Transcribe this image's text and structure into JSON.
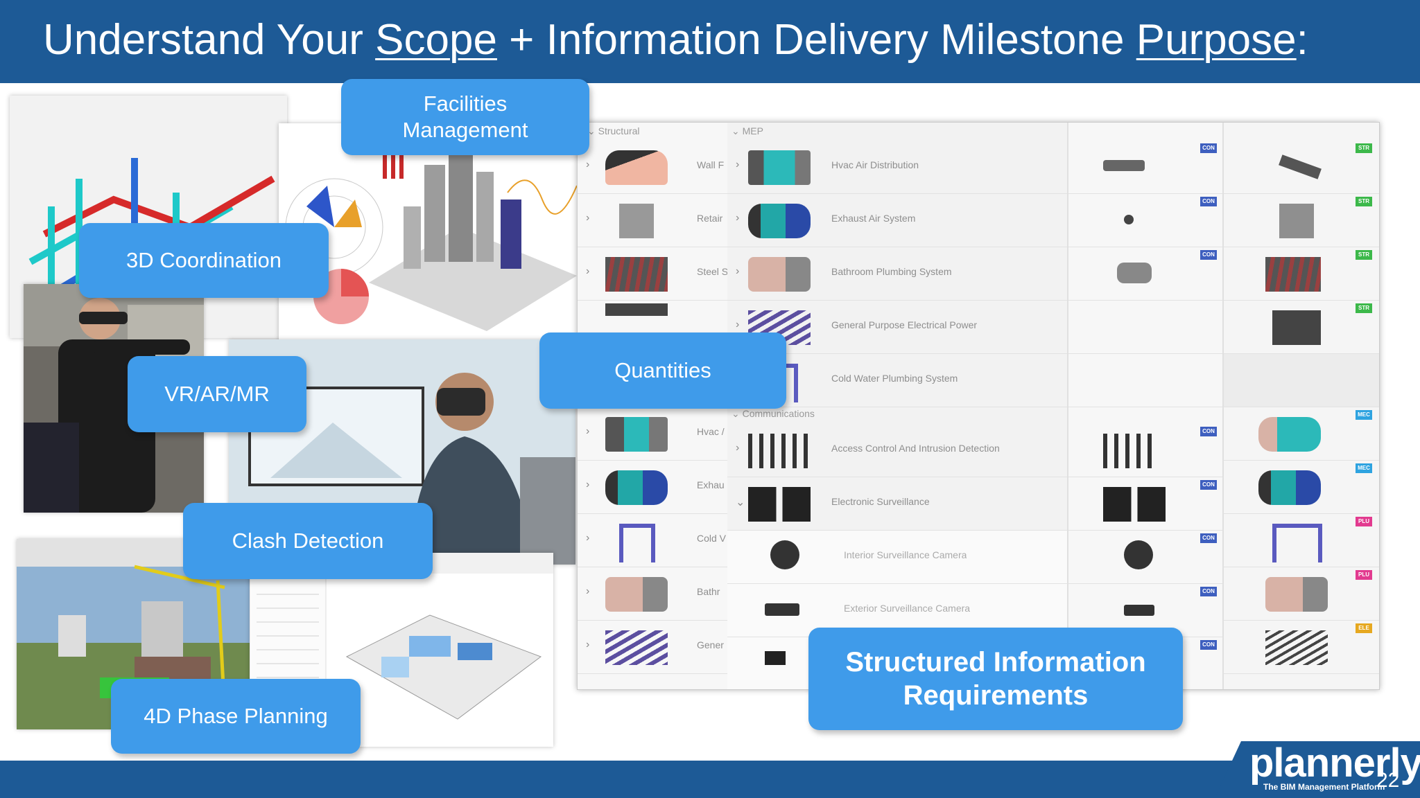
{
  "slide": {
    "title_parts": [
      "Understand Your ",
      "Scope",
      " + Information Delivery Milestone ",
      "Purpose",
      ":"
    ],
    "page_number": "22"
  },
  "brand": {
    "name": "plannerly",
    "tagline": "The BIM Management Platform",
    "colors": {
      "header": "#1d5a96",
      "label": "#3f9bea"
    }
  },
  "labels": {
    "facilities": "Facilities\nManagement",
    "coordination": "3D Coordination",
    "vr": "VR/AR/MR",
    "quantities": "Quantities",
    "clash": "Clash Detection",
    "phase": "4D Phase Planning",
    "sir": "Structured Information\nRequirements"
  },
  "table": {
    "headers": {
      "structural": "Structural",
      "mep": "MEP",
      "communications": "Communications"
    },
    "left_rows": [
      "Wall F",
      "Retair",
      "Steel S",
      "",
      "",
      "Hvac /",
      "Exhau",
      "Cold V",
      "Bathr",
      "Gener"
    ],
    "mid_rows": [
      "Hvac Air Distribution",
      "Exhaust Air System",
      "Bathroom Plumbing System",
      "General Purpose Electrical Power",
      "Cold Water Plumbing System",
      "Access Control And Intrusion Detection",
      "Electronic Surveillance",
      "Interior Surveillance Camera",
      "Exterior Surveillance Camera"
    ],
    "badges_mid": [
      "CON",
      "CON",
      "CON",
      "CON",
      "CON",
      "CON",
      "CON",
      "CON"
    ],
    "badges_right": [
      "STR",
      "STR",
      "STR",
      "STR",
      "MEC",
      "MEC",
      "PLU",
      "PLU",
      "ELE"
    ]
  }
}
